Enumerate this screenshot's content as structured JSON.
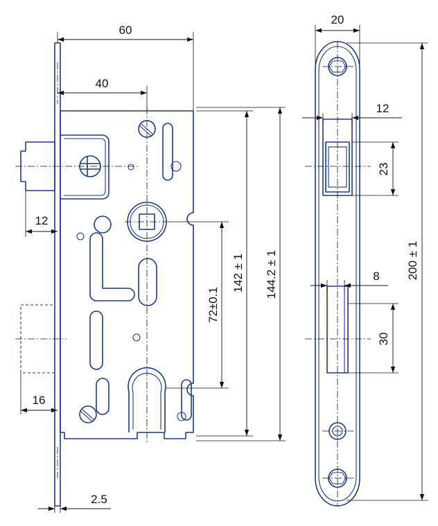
{
  "dimensions": {
    "width_total": "60",
    "width_backset": "40",
    "bolt_offset": "12",
    "latch_offset": "16",
    "faceplate_thickness": "2.5",
    "height_body": "142 ± 1",
    "height_body_plate": "144.2 ± 1",
    "center_distance": "72±0.1",
    "faceplate_width": "20",
    "faceplate_length": "200 ± 1",
    "bolt_slot_width": "12",
    "bolt_slot_height": "23",
    "latch_slot_width": "8",
    "latch_slot_height": "30"
  },
  "colors": {
    "outline": "#1a3a8c",
    "dimension": "#111111"
  }
}
